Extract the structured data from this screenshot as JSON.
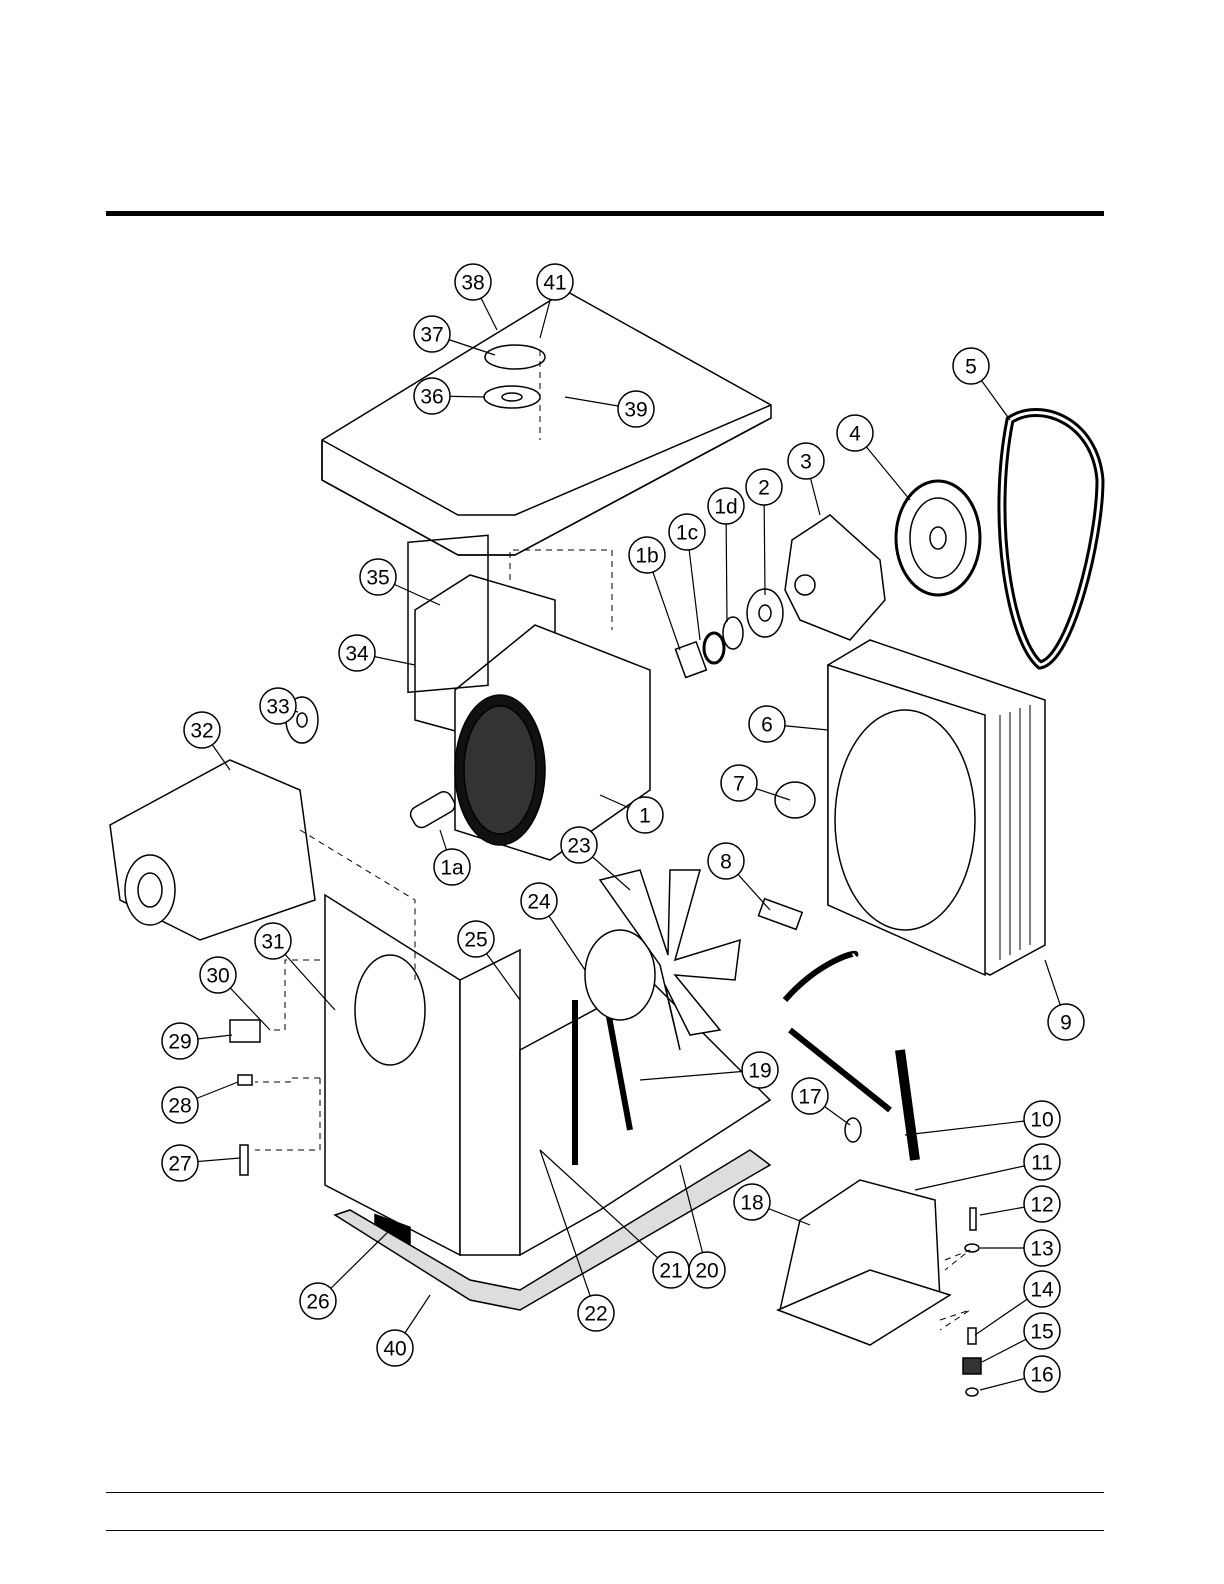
{
  "diagram": {
    "type": "exploded-parts-view",
    "callouts": [
      "38",
      "41",
      "37",
      "36",
      "39",
      "5",
      "4",
      "3",
      "2",
      "1d",
      "1c",
      "1b",
      "35",
      "34",
      "33",
      "32",
      "6",
      "7",
      "1",
      "1a",
      "23",
      "8",
      "24",
      "25",
      "31",
      "30",
      "9",
      "29",
      "19",
      "17",
      "10",
      "28",
      "11",
      "27",
      "18",
      "12",
      "13",
      "21",
      "20",
      "14",
      "26",
      "22",
      "15",
      "40",
      "16"
    ]
  }
}
